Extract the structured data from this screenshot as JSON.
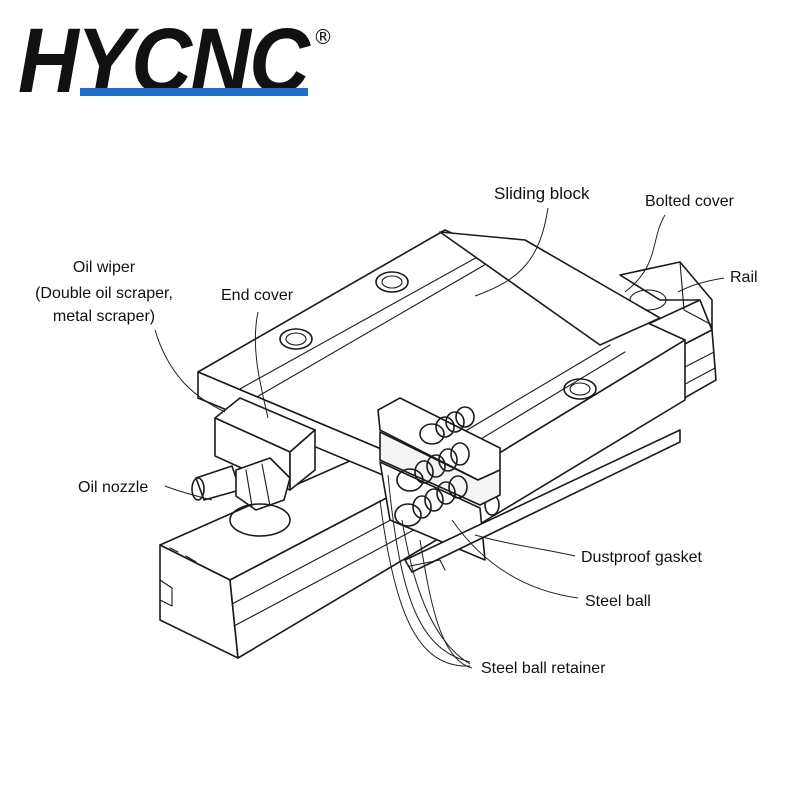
{
  "logo": {
    "text": "HYCNC",
    "registered_mark": "®",
    "color_text": "#111111",
    "color_underline": "#1f6fc9"
  },
  "labels": {
    "sliding_block": "Sliding block",
    "bolted_cover": "Bolted cover",
    "rail": "Rail",
    "oil_wiper_line1": "Oil wiper",
    "oil_wiper_line2": "(Double oil scraper,",
    "oil_wiper_line3": "metal scraper)",
    "end_cover": "End cover",
    "oil_nozzle": "Oil nozzle",
    "dustproof_gasket": "Dustproof gasket",
    "steel_ball": "Steel ball",
    "steel_ball_retainer": "Steel ball retainer"
  }
}
